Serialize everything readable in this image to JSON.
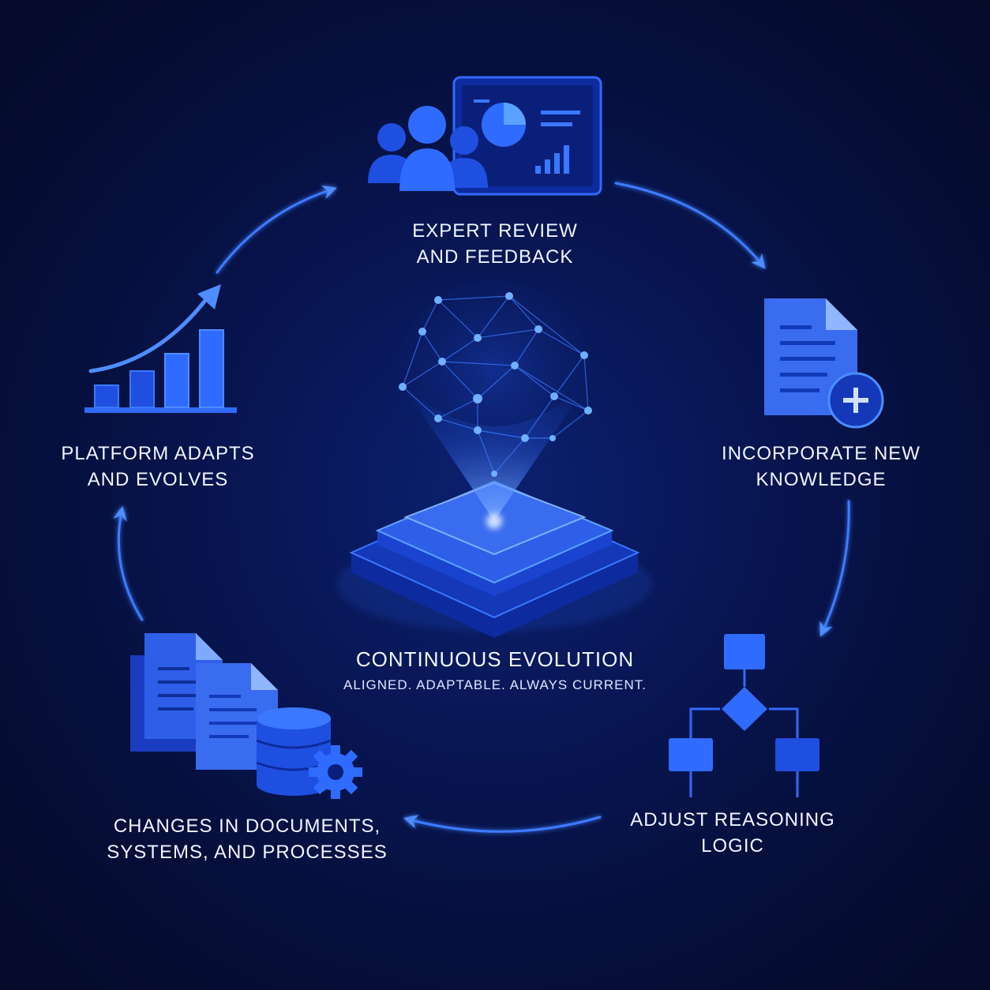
{
  "colors": {
    "background": "#060f3c",
    "accent": "#2f6bff",
    "accent_light": "#5aa2ff",
    "icon_dark": "#1233b8",
    "text": "#f2f5ff"
  },
  "center": {
    "title": "CONTINUOUS EVOLUTION",
    "subtitle": "ALIGNED. ADAPTABLE. ALWAYS CURRENT.",
    "icon": "neural-network-globe-icon"
  },
  "steps": [
    {
      "line1": "EXPERT REVIEW",
      "line2": "AND FEEDBACK",
      "icon": "team-dashboard-icon"
    },
    {
      "line1": "INCORPORATE NEW",
      "line2": "KNOWLEDGE",
      "icon": "add-document-icon"
    },
    {
      "line1": "ADJUST REASONING",
      "line2": "LOGIC",
      "icon": "flowchart-icon"
    },
    {
      "line1": "CHANGES IN DOCUMENTS,",
      "line2": "SYSTEMS, AND PROCESSES",
      "icon": "documents-database-icon"
    },
    {
      "line1": "PLATFORM ADAPTS",
      "line2": "AND EVOLVES",
      "icon": "growth-chart-icon"
    }
  ]
}
